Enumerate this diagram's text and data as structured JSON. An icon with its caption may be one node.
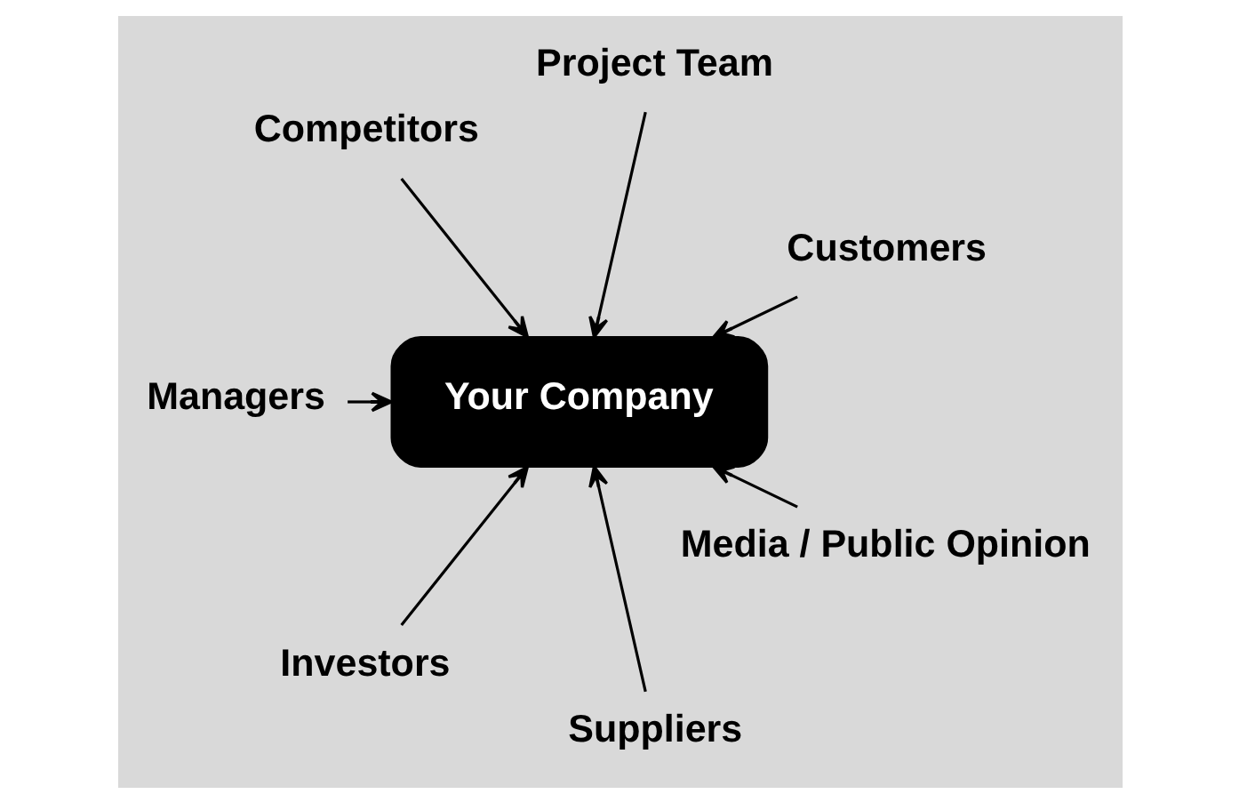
{
  "diagram": {
    "nodes": [
      {
        "text": [
          "Customers"
        ]
      },
      {
        "text": [
          "Project Team"
        ]
      },
      {
        "text": [
          "Competitors"
        ]
      },
      {
        "text": [
          "Your Company"
        ]
      },
      {
        "text": [
          "Managers"
        ]
      },
      {
        "text": [
          "Investors"
        ]
      },
      {
        "text": [
          "Suppliers"
        ]
      },
      {
        "text": [
          "Media / Public Opinion"
        ]
      }
    ],
    "edges": [
      {
        "from": 0,
        "to": 3,
        "arrow": "to"
      },
      {
        "from": 1,
        "to": 3,
        "arrow": "to"
      },
      {
        "from": 2,
        "to": 3,
        "arrow": "to"
      },
      {
        "from": 4,
        "to": 3,
        "arrow": "to"
      },
      {
        "from": 5,
        "to": 3,
        "arrow": "to"
      },
      {
        "from": 6,
        "to": 3,
        "arrow": "to"
      },
      {
        "from": 7,
        "to": 3,
        "arrow": "to"
      }
    ]
  }
}
